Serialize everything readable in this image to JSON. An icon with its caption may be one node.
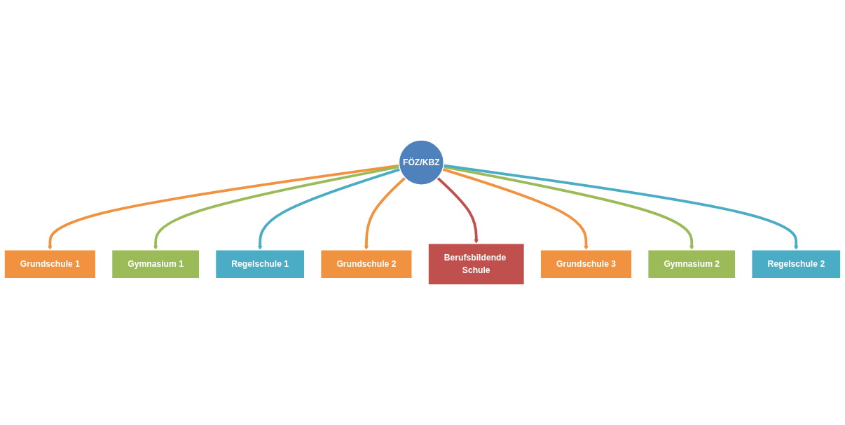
{
  "diagram": {
    "nodes": [
      {
        "text": [
          "FÖZ/KBZ"
        ]
      },
      {
        "text": [
          "Grundschule 1"
        ]
      },
      {
        "text": [
          "Gymnasium 1"
        ]
      },
      {
        "text": [
          "Regelschule 1"
        ]
      },
      {
        "text": [
          "Grundschule 2"
        ]
      },
      {
        "text": [
          "Berufsbildende Schule"
        ]
      },
      {
        "text": [
          "Grundschule 3"
        ]
      },
      {
        "text": [
          "Gymnasium 2"
        ]
      },
      {
        "text": [
          "Regelschule 2"
        ]
      }
    ],
    "edges": [
      {
        "from": 0,
        "to": 1,
        "arrow": "to",
        "color": "#f0923f"
      },
      {
        "from": 0,
        "to": 2,
        "arrow": "to",
        "color": "#9bbb59"
      },
      {
        "from": 0,
        "to": 3,
        "arrow": "to",
        "color": "#4bacc6"
      },
      {
        "from": 0,
        "to": 4,
        "arrow": "to",
        "color": "#f0923f"
      },
      {
        "from": 0,
        "to": 5,
        "arrow": "to",
        "color": "#c0504d"
      },
      {
        "from": 0,
        "to": 6,
        "arrow": "to",
        "color": "#f0923f"
      },
      {
        "from": 0,
        "to": 7,
        "arrow": "to",
        "color": "#9bbb59"
      },
      {
        "from": 0,
        "to": 8,
        "arrow": "to",
        "color": "#4bacc6"
      }
    ]
  }
}
